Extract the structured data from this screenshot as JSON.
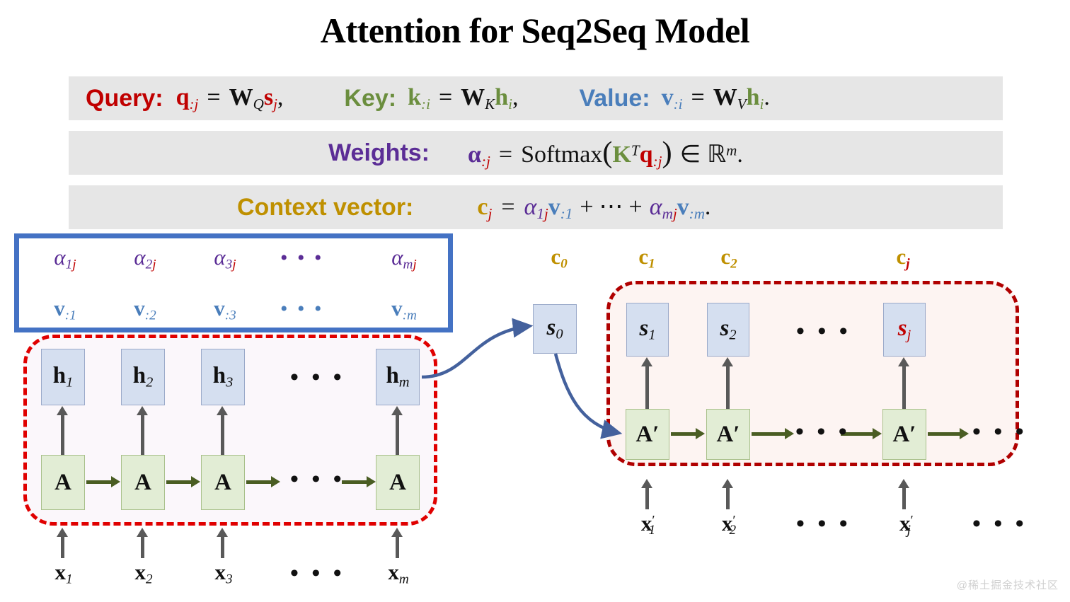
{
  "title": "Attention for Seq2Seq Model",
  "colors": {
    "query_red": "#c00000",
    "key_green": "#6b8e3e",
    "value_blue": "#4a7ebb",
    "weights_purple": "#5b2d96",
    "context_gold": "#bf9000",
    "box_blue_border": "#4472c4",
    "encoder_dash_red": "#e00000",
    "decoder_dash_red": "#b00000",
    "hidden_state_fill": "#d5dff0",
    "cell_fill": "#e2edd5",
    "bar_bg": "#e6e6e6",
    "arrow_gray": "#595959",
    "arrow_green": "#4a5d23",
    "curve_blue": "#44619d"
  },
  "formulas": {
    "query": {
      "label": "Query:",
      "lhs": "q",
      "lhs_sub": ":j",
      "eq": "=",
      "w": "W",
      "w_sub": "Q",
      "rhs": "s",
      "rhs_sub": "j",
      "punct": ","
    },
    "key": {
      "label": "Key:",
      "lhs": "k",
      "lhs_sub": ":i",
      "eq": "=",
      "w": "W",
      "w_sub": "K",
      "rhs": "h",
      "rhs_sub": "i",
      "punct": ","
    },
    "value": {
      "label": "Value:",
      "lhs": "v",
      "lhs_sub": ":i",
      "eq": "=",
      "w": "W",
      "w_sub": "V",
      "rhs": "h",
      "rhs_sub": "i",
      "punct": "."
    },
    "weights": {
      "label": "Weights:",
      "alpha": "α",
      "alpha_sub": ":j",
      "eq": "=",
      "fn": "Softmax",
      "open": "(",
      "k": "K",
      "k_sup": "T",
      "q": "q",
      "q_sub": ":j",
      "close": ")",
      "in": "∈",
      "space": "ℝ",
      "space_sup": "m",
      "punct": "."
    },
    "context": {
      "label": "Context vector:",
      "c": "c",
      "c_sub": "j",
      "eq": "=",
      "a1": "α",
      "a1_sub": "1j",
      "v1": "v",
      "v1_sub": ":1",
      "plus": "+",
      "ellipsis": "⋯",
      "plus2": "+",
      "am": "α",
      "am_sub": "mj",
      "vm": "v",
      "vm_sub": ":m",
      "punct": "."
    }
  },
  "weights_box": {
    "alphas": [
      {
        "sym": "α",
        "sub_num": "1",
        "sub_j": "j"
      },
      {
        "sym": "α",
        "sub_num": "2",
        "sub_j": "j"
      },
      {
        "sym": "α",
        "sub_num": "3",
        "sub_j": "j"
      },
      {
        "sym": "α",
        "sub_num": "m",
        "sub_j": "j"
      }
    ],
    "alpha_dots": "• • •",
    "values": [
      {
        "sym": "v",
        "sub": ":1"
      },
      {
        "sym": "v",
        "sub": ":2"
      },
      {
        "sym": "v",
        "sub": ":3"
      },
      {
        "sym": "v",
        "sub": ":m"
      }
    ],
    "value_dots": "• • •"
  },
  "encoder": {
    "hidden": [
      {
        "sym": "h",
        "sub": "1"
      },
      {
        "sym": "h",
        "sub": "2"
      },
      {
        "sym": "h",
        "sub": "3"
      },
      {
        "sym": "h",
        "sub": "m"
      }
    ],
    "hidden_dots": "• • •",
    "cell_label": "A",
    "cell_dots": "• • •",
    "inputs": [
      {
        "sym": "x",
        "sub": "1"
      },
      {
        "sym": "x",
        "sub": "2"
      },
      {
        "sym": "x",
        "sub": "3"
      },
      {
        "sym": "x",
        "sub": "m"
      }
    ],
    "input_dots": "• • •"
  },
  "decoder": {
    "context_labels": [
      {
        "sym": "c",
        "sub": "0",
        "sub_color": "gold"
      },
      {
        "sym": "c",
        "sub": "1",
        "sub_color": "gold"
      },
      {
        "sym": "c",
        "sub": "2",
        "sub_color": "gold"
      },
      {
        "sym": "c",
        "sub": "j",
        "sub_color": "red"
      }
    ],
    "s0": {
      "sym": "s",
      "sub": "0"
    },
    "states": [
      {
        "sym": "s",
        "sub": "1",
        "color": "black"
      },
      {
        "sym": "s",
        "sub": "2",
        "color": "black"
      },
      {
        "sym": "s",
        "sub": "j",
        "color": "red"
      }
    ],
    "state_dots": "• • •",
    "cell_label": "A′",
    "cell_dots_mid": "• • •",
    "cell_dots_right": "• • •",
    "inputs": [
      {
        "sym": "x",
        "sup": "′",
        "sub": "1"
      },
      {
        "sym": "x",
        "sup": "′",
        "sub": "2"
      },
      {
        "sym": "x",
        "sup": "′",
        "sub": "j"
      }
    ],
    "input_dots_mid": "• • •",
    "input_dots_right": "• • •"
  },
  "watermark": "@稀土掘金技术社区"
}
